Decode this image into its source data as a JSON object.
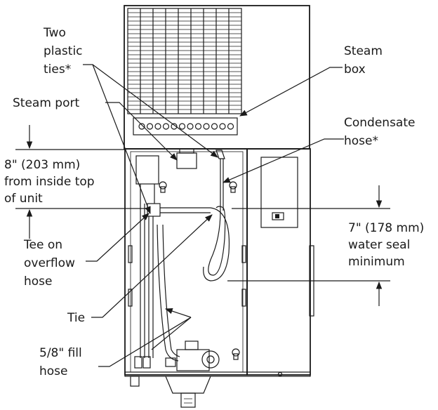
{
  "labels": {
    "two_plastic_ties": [
      "Two",
      "plastic",
      "ties*"
    ],
    "steam_box": [
      "Steam",
      "box"
    ],
    "steam_port": "Steam port",
    "condensate_hose": [
      "Condensate",
      "hose*"
    ],
    "eight_inch": [
      "8\" (203 mm)",
      "from inside top",
      "of unit"
    ],
    "seven_inch": [
      "7\" (178 mm)",
      "water seal",
      "minimum"
    ],
    "tee_on_overflow": [
      "Tee on",
      "overflow",
      "hose"
    ],
    "tie": "Tie",
    "fill_hose": [
      "5/8\" fill",
      "hose"
    ]
  }
}
